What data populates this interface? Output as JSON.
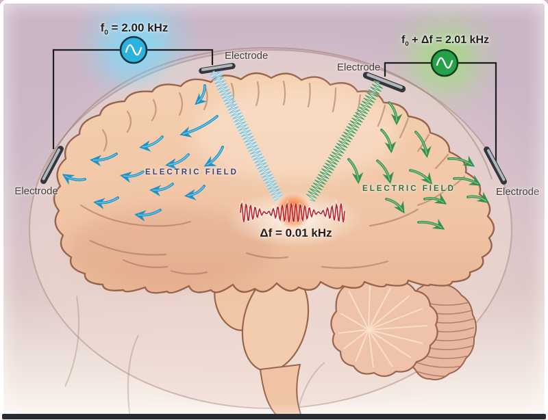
{
  "oscillators": {
    "left": {
      "symbol": "f",
      "subscript": "0",
      "equals": " = 2.00 kHz",
      "color": "#2cb3dd"
    },
    "right": {
      "symbol": "f",
      "subscript": "0",
      "equals": " + Δf = 2.01 kHz",
      "color": "#27a148"
    }
  },
  "electrodes": {
    "top_left": {
      "label": "Electrode"
    },
    "top_right": {
      "label": "Electrode"
    },
    "left": {
      "label": "Electrode"
    },
    "right": {
      "label": "Electrode"
    }
  },
  "fields": {
    "left": {
      "label": "ELECTRIC FIELD",
      "color": "#3b3c72",
      "arrow_color": "#1f93c6"
    },
    "right": {
      "label": "ELECTRIC FIELD",
      "color": "#2b6e3b",
      "arrow_color": "#37914d"
    }
  },
  "interference": {
    "label": "Δf = 0.01 kHz",
    "wave_color": "#b8212e",
    "glow_color": "#ff5a1e"
  }
}
